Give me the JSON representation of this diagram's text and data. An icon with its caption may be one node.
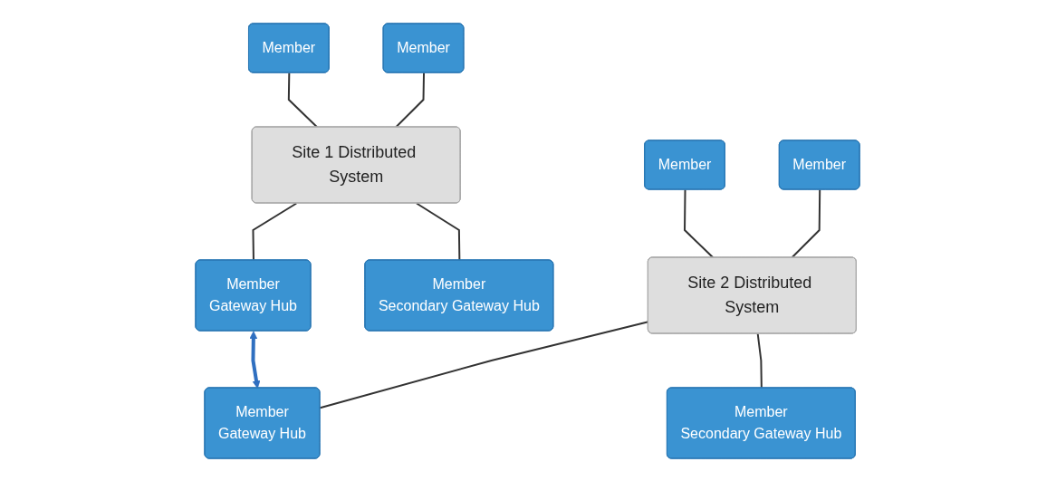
{
  "diagram": {
    "nodes": [
      {
        "text": [
          "Member"
        ]
      },
      {
        "text": [
          "Member"
        ]
      },
      {
        "text": [
          "Member"
        ]
      },
      {
        "text": [
          "Member"
        ]
      },
      {
        "text": [
          "Site 1 Distributed System"
        ]
      },
      {
        "text": [
          "Site 2 Distributed System"
        ]
      },
      {
        "text": [
          "Member",
          "Secondary Gateway Hub"
        ]
      },
      {
        "text": [
          "Member",
          "Gateway Hub"
        ]
      },
      {
        "text": [
          "Member",
          "Gateway Hub"
        ]
      },
      {
        "text": [
          "Member",
          "Secondary Gateway Hub"
        ]
      }
    ],
    "edges": [
      {
        "from": 0,
        "to": 4,
        "arrow": "none"
      },
      {
        "from": 1,
        "to": 4,
        "arrow": "none"
      },
      {
        "from": 2,
        "to": 5,
        "arrow": "none"
      },
      {
        "from": 3,
        "to": 5,
        "arrow": "none"
      },
      {
        "from": 4,
        "to": 6,
        "arrow": "none"
      },
      {
        "from": 4,
        "to": 7,
        "arrow": "none"
      },
      {
        "from": 5,
        "to": 8,
        "arrow": "none"
      },
      {
        "from": 5,
        "to": 9,
        "arrow": "none"
      },
      {
        "from": 7,
        "to": 8,
        "arrow": "both",
        "style": "thick",
        "color": "#2f6fc0"
      }
    ]
  }
}
